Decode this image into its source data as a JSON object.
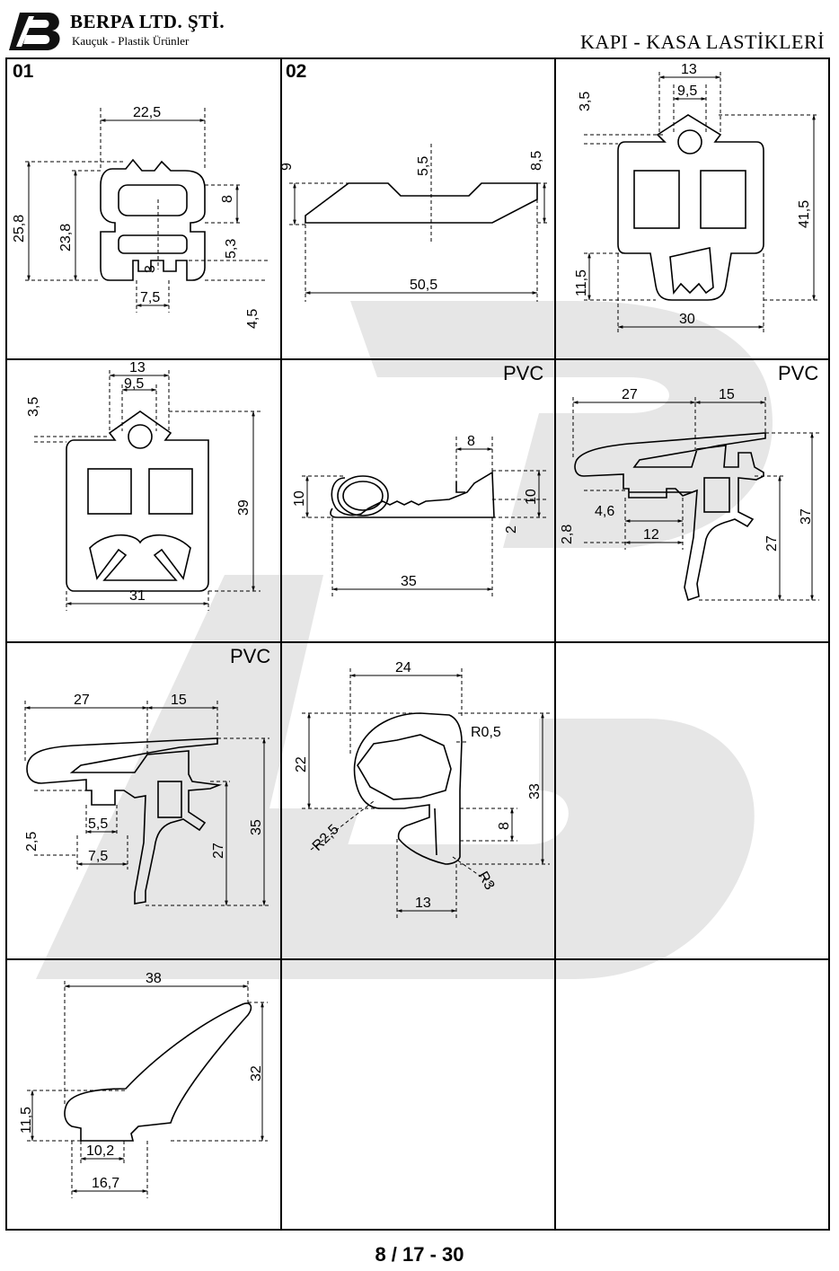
{
  "header": {
    "company": "BERPA LTD. ŞTİ.",
    "subtitle": "Kauçuk - Plastik Ürünler",
    "title": "KAPI - KASA LASTİKLERİ"
  },
  "cells": [
    {
      "number": "01",
      "dims": [
        "22,5",
        "25,8",
        "23,8",
        "8",
        "5,3",
        "3",
        "7,5",
        "4,5"
      ]
    },
    {
      "number": "02",
      "dims": [
        "9",
        "5,5",
        "8,5",
        "50,5"
      ]
    },
    {
      "number": "",
      "dims": [
        "13",
        "9,5",
        "3,5",
        "41,5",
        "11,5",
        "30"
      ]
    },
    {
      "number": "",
      "dims": [
        "13",
        "9,5",
        "3,5",
        "39",
        "31"
      ]
    },
    {
      "number": "",
      "material": "PVC",
      "dims": [
        "8",
        "10",
        "10",
        "2",
        "35"
      ]
    },
    {
      "number": "",
      "material": "PVC",
      "dims": [
        "27",
        "15",
        "4,6",
        "2,8",
        "12",
        "27",
        "37"
      ]
    },
    {
      "number": "",
      "material": "PVC",
      "dims": [
        "27",
        "15",
        "5,5",
        "2,5",
        "7,5",
        "27",
        "35"
      ]
    },
    {
      "number": "",
      "dims": [
        "24",
        "R0,5",
        "22",
        "33",
        "8",
        "R2,5",
        "R3",
        "13"
      ]
    },
    {
      "number": "",
      "dims": [
        "38",
        "32",
        "11,5",
        "10,2",
        "16,7"
      ]
    }
  ],
  "footer": {
    "page": "8 / 17 - 30"
  },
  "colors": {
    "line": "#000000",
    "watermark": "#e6e6e6"
  }
}
